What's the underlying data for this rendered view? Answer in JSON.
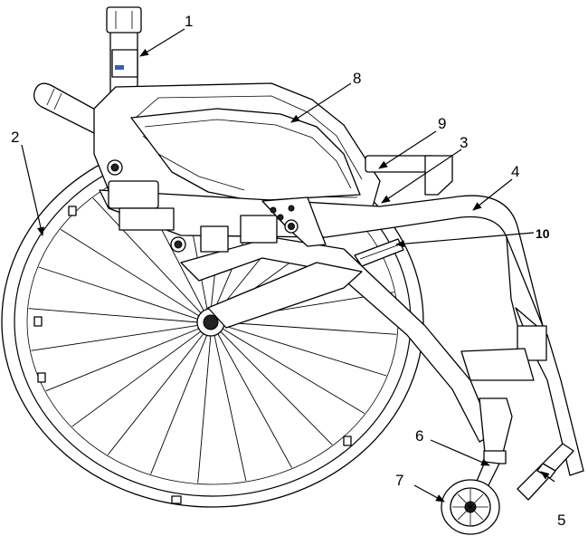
{
  "labels": [
    {
      "id": "1",
      "text": "1"
    },
    {
      "id": "2",
      "text": "2"
    },
    {
      "id": "3",
      "text": "3"
    },
    {
      "id": "4",
      "text": "4"
    },
    {
      "id": "5",
      "text": "5"
    },
    {
      "id": "6",
      "text": "6"
    },
    {
      "id": "7",
      "text": "7"
    },
    {
      "id": "8",
      "text": "8"
    },
    {
      "id": "9",
      "text": "9"
    },
    {
      "id": "10",
      "text": "10"
    }
  ],
  "colors": {
    "line": "#000000",
    "background": "#ffffff",
    "accent": "#3a5fa8"
  }
}
